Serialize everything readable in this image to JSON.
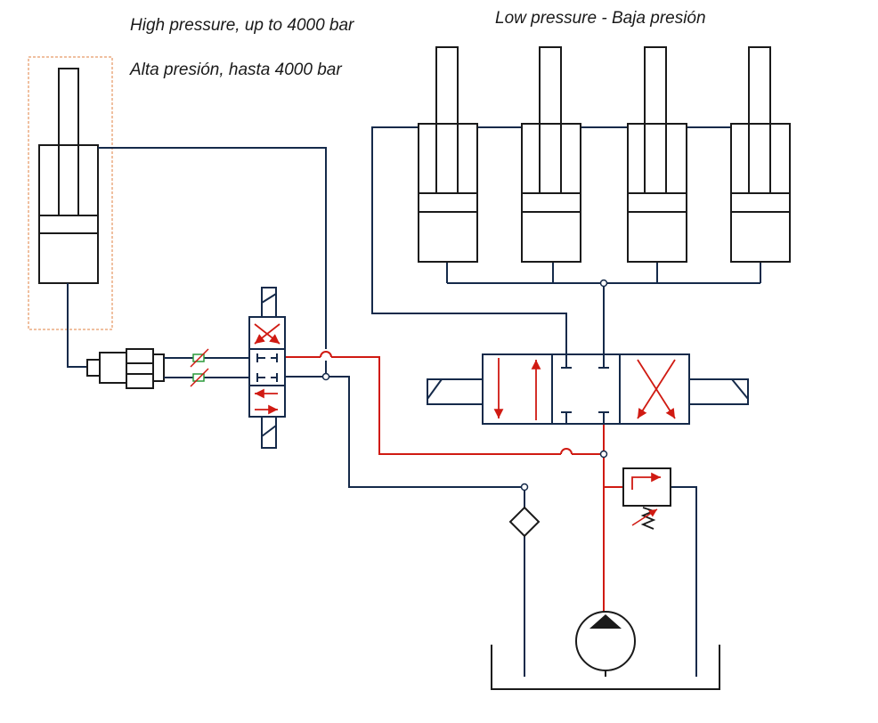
{
  "labels": {
    "high_pressure_en": "High pressure, up to 4000 bar",
    "high_pressure_es": "Alta presión, hasta 4000 bar",
    "low_pressure": "Low pressure - Baja presión"
  },
  "colors": {
    "line_dark": "#152a4a",
    "line_pressure": "#d01a12",
    "outline": "#1a1a1a",
    "highlight_box": "#e08040",
    "coupler_indicator": "#2a9a3a"
  }
}
